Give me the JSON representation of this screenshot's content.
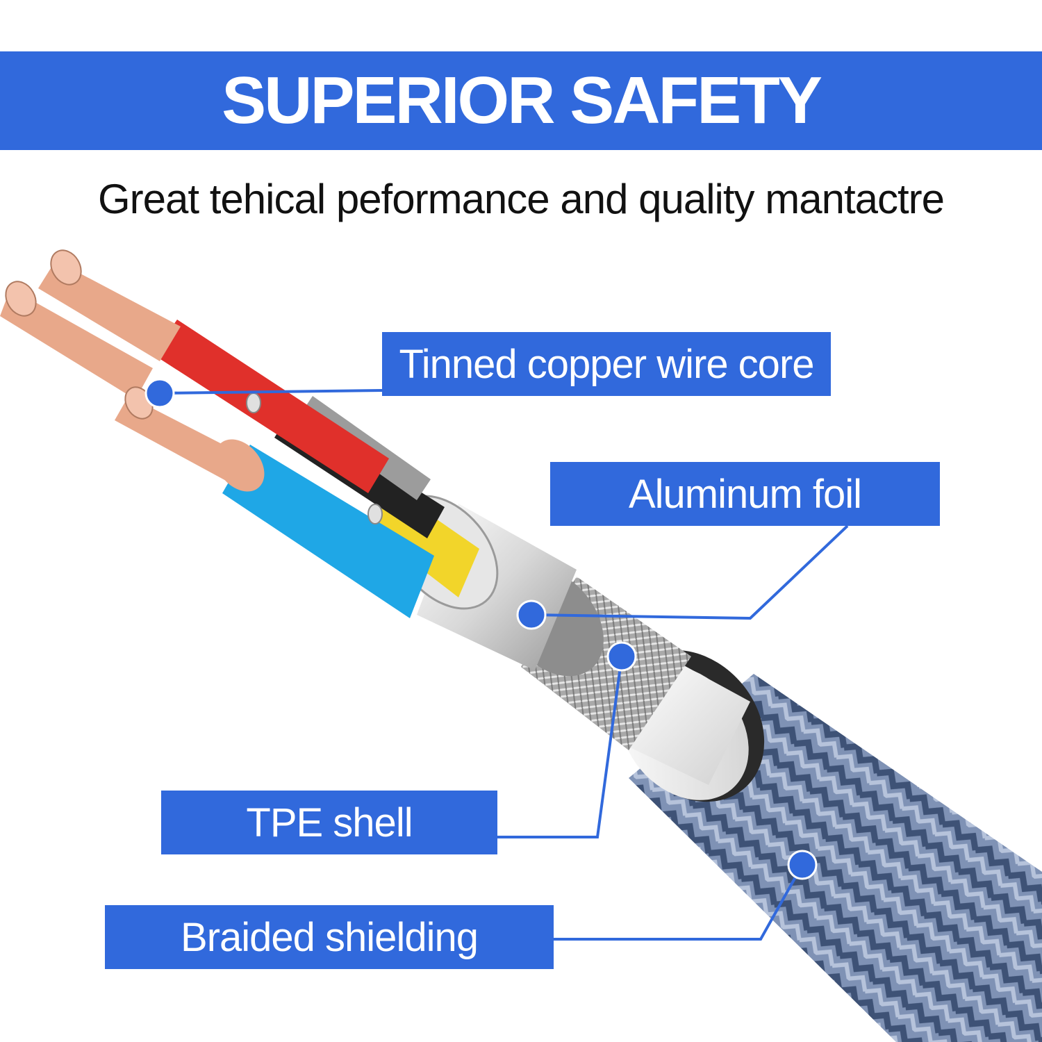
{
  "header": {
    "title": "SUPERIOR SAFETY",
    "subtitle": "Great tehical peformance and quality mantactre"
  },
  "labels": {
    "copper_core": "Tinned copper wire core",
    "aluminum_foil": "Aluminum foil",
    "tpe_shell": "TPE shell",
    "braided_shielding": "Braided shielding"
  },
  "colors": {
    "accent": "#3169dc",
    "background": "#ffffff",
    "text": "#111111",
    "wire_red": "#e0302b",
    "wire_blue": "#1fa7e6",
    "wire_yellow": "#f2d52a",
    "wire_black": "#222222",
    "copper": "#e8a88a",
    "braid": "#6f83a6"
  }
}
